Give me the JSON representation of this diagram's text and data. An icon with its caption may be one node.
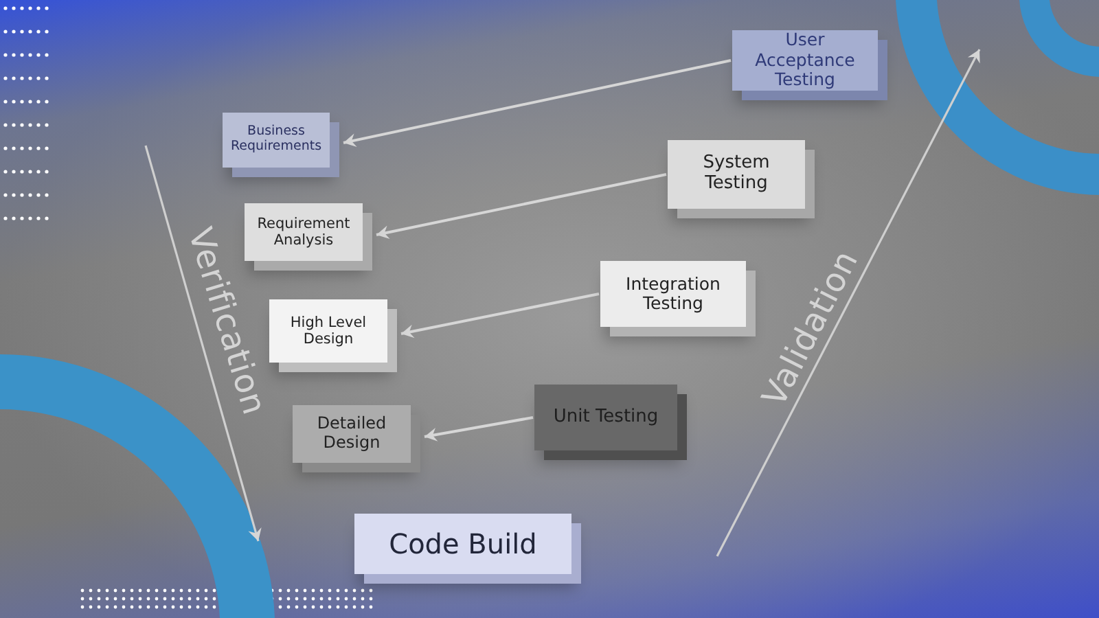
{
  "diagram": {
    "nodes": [
      {
        "text": [
          "User Acceptance Testing"
        ]
      },
      {
        "text": [
          "Business Requirements"
        ]
      },
      {
        "text": [
          "System Testing"
        ]
      },
      {
        "text": [
          "Requirement Analysis"
        ]
      },
      {
        "text": [
          "Integration Testing"
        ]
      },
      {
        "text": [
          "High Level Design"
        ]
      },
      {
        "text": [
          "Unit Testing"
        ]
      },
      {
        "text": [
          "Detailed Design"
        ]
      },
      {
        "text": [
          "Code Build"
        ]
      }
    ],
    "edges": [
      {
        "from": 0,
        "to": 1,
        "arrow": "to"
      },
      {
        "from": 2,
        "to": 3,
        "arrow": "to"
      },
      {
        "from": 4,
        "to": 5,
        "arrow": "to"
      },
      {
        "from": 6,
        "to": 7,
        "arrow": "to"
      }
    ],
    "labels": [
      "Verification",
      "Validation"
    ]
  }
}
